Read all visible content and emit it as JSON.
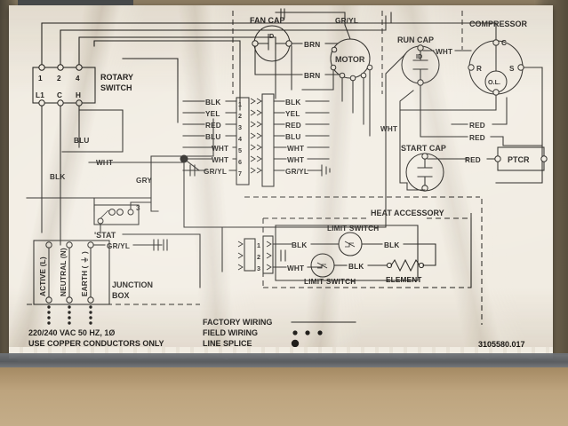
{
  "document": {
    "type": "appliance-wiring-diagram",
    "part_number": "3105580.017",
    "power_spec_line1": "220/240 VAC 50 HZ, 1Ø",
    "power_spec_line2": "USE COPPER CONDUCTORS ONLY"
  },
  "components": {
    "rotary_switch": {
      "title_line1": "ROTARY",
      "title_line2": "SWITCH",
      "top_terminals": [
        "1",
        "2",
        "4"
      ],
      "bottom_terminals": [
        "L1",
        "C",
        "H"
      ]
    },
    "fan_cap": {
      "label": "FAN CAP",
      "id_mark": "ID"
    },
    "motor": {
      "label": "MOTOR",
      "ground": "GR/YL"
    },
    "run_cap": {
      "label": "RUN CAP",
      "id_mark": "ID"
    },
    "start_cap": {
      "label": "START CAP"
    },
    "compressor": {
      "label": "COMPRESSOR",
      "terminals": [
        "C",
        "R",
        "S"
      ],
      "overload": "O.L."
    },
    "ptcr": {
      "label": "PTCR"
    },
    "thermostat": {
      "label": "'STAT",
      "terminal": "3"
    },
    "junction_box": {
      "title_line1": "JUNCTION",
      "title_line2": "BOX",
      "terminals": [
        "ACTIVE (L)",
        "NEUTRAL (N)",
        "EARTH ( ⏚ )"
      ],
      "ground_label": "GR/YL"
    },
    "heat_accessory": {
      "title": "HEAT ACCESSORY",
      "limit_switch_top": "LIMIT SWITCH",
      "limit_switch_bottom": "LIMIT SWITCH",
      "element": "ELEMENT",
      "wire_in_top": "BLK",
      "wire_in_bottom": "WHT",
      "wire_mid_top": "BLK",
      "wire_mid_bottom": "BLK"
    }
  },
  "terminal_block_main": {
    "pins": [
      "1",
      "2",
      "3",
      "4",
      "5",
      "6",
      "7"
    ],
    "left_labels": [
      "BLK",
      "YEL",
      "RED",
      "BLU",
      "WHT",
      "WHT",
      "GR/YL"
    ],
    "right_labels": [
      "BLK",
      "YEL",
      "RED",
      "BLU",
      "WHT",
      "WHT",
      "GR/YL"
    ]
  },
  "terminal_block_heat": {
    "pins": [
      "1",
      "2",
      "3"
    ]
  },
  "wire_labels": {
    "blu": "BLU",
    "wht": "WHT",
    "blk": "BLK",
    "gry": "GRY",
    "gr_yl": "GR/YL",
    "brn_top": "BRN",
    "brn_bottom": "BRN",
    "wht_motor": "WHT",
    "wht_runcap": "WHT",
    "wht_compressor": "WHT",
    "red_upper": "RED",
    "red_lower": "RED",
    "red_ptcr": "RED",
    "wht_mid": "WHT",
    "gr_yl_mid": "GR/YL"
  },
  "legend": {
    "rows": [
      {
        "label": "FACTORY WIRING",
        "style": "solid-line"
      },
      {
        "label": "FIELD WIRING",
        "style": "dotted-line"
      },
      {
        "label": "LINE SPLICE",
        "style": "large-dot"
      }
    ]
  },
  "colors": {
    "ink": "#1d1b18",
    "paper": "#efeae0",
    "background": "#b39b78"
  }
}
